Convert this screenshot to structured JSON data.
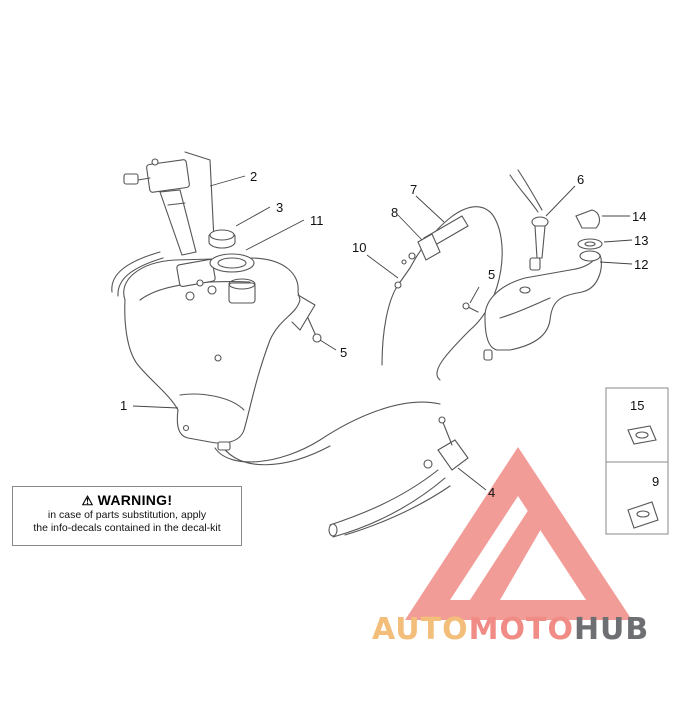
{
  "callouts": {
    "c1": "1",
    "c2": "2",
    "c3": "3",
    "c4": "4",
    "c5a": "5",
    "c5b": "5",
    "c6": "6",
    "c7": "7",
    "c8": "8",
    "c9": "9",
    "c10": "10",
    "c11": "11",
    "c12": "12",
    "c13": "13",
    "c14": "14",
    "c15": "15"
  },
  "warning": {
    "title": "WARNING!",
    "line1": "in case of parts substitution, apply",
    "line2": "the info-decals contained in the decal-kit"
  },
  "logo": {
    "part1": "AUTO",
    "part2": "MOTO",
    "part3": "HUB"
  },
  "colors": {
    "logo_triangle": "#f08b86",
    "logo_auto": "#f3be7a",
    "logo_moto": "#f08b86",
    "logo_hub": "#6d6f73"
  }
}
